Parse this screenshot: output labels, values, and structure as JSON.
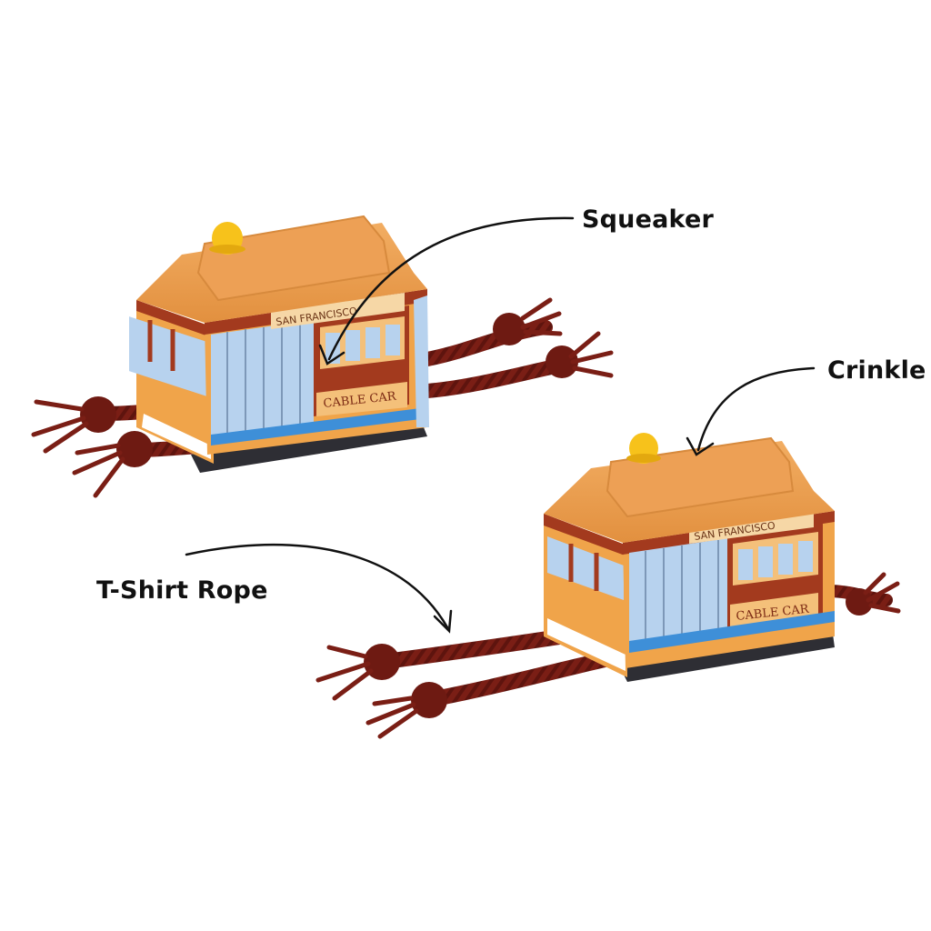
{
  "callouts": {
    "squeaker": "Squeaker",
    "crinkle": "Crinkle",
    "rope": "T-Shirt Rope"
  },
  "toy_print": {
    "roof_sign": "SAN FRANCISCO",
    "side_plate": "CABLE CAR"
  },
  "colors": {
    "body_orange": "#f0a44a",
    "roof_orange": "#eda055",
    "trim_red": "#a33a1e",
    "window_blue": "#b7d2ee",
    "stripe_blue": "#3e8fd8",
    "rope_red": "#7a1e15",
    "bell_yellow": "#f7c21b",
    "base_dark": "#2e2e34"
  }
}
